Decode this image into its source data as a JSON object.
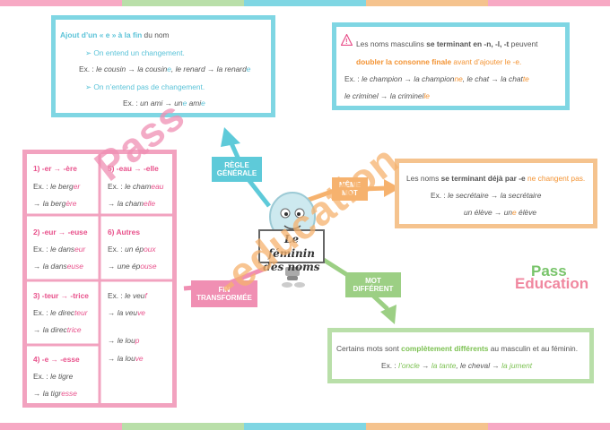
{
  "colors": {
    "blue": "#7fd6e3",
    "orange": "#f5c38e",
    "green": "#b9dfa9",
    "pink": "#f2a2bf",
    "stripe": [
      "#f7a9c4",
      "#b9dfa9",
      "#7fd6e3",
      "#f5c38e",
      "#f7a9c4"
    ]
  },
  "center": {
    "line1": "Le féminin",
    "line2": "des noms"
  },
  "labels": {
    "regle_generale": "RÈGLE GÉNÉRALE",
    "meme_mot": "MÊME MOT",
    "mot_different": "MOT DIFFÉRENT",
    "fin_transformee": "FIN TRANSFORMÉE"
  },
  "regle": {
    "title_colored": "Ajout d’un « e » à la fin",
    "title_rest": " du nom",
    "bullet1": "On entend un changement.",
    "ex1_prefix": "Ex. : ",
    "ex1_a": "le cousin",
    "ex1_b": "la cousin",
    "ex1_b_end": "e",
    "ex1_c": ", le renard",
    "ex1_d": "la renard",
    "ex1_d_end": "e",
    "bullet2": "On n’entend pas de changement.",
    "ex2_prefix": "Ex. : ",
    "ex2_a": "un ami",
    "ex2_b": "un",
    "ex2_b_end": "e",
    "ex2_c": " ami",
    "ex2_c_end": "e"
  },
  "masculins": {
    "line1_a": "Les noms masculins ",
    "line1_b": "se terminant en -n, -l, -t",
    "line1_c": " peuvent",
    "line2_a": "doubler la consonne finale",
    "line2_b": " avant d’ajouter le -e.",
    "ex1_prefix": "Ex. : ",
    "ex1_a": "le champion",
    "ex1_b": "la champion",
    "ex1_b_end": "ne",
    "ex1_c": ", le chat",
    "ex1_d": "la chat",
    "ex1_d_end": "te",
    "ex2_a": "le criminel",
    "ex2_b": "la criminel",
    "ex2_b_end": "le"
  },
  "meme": {
    "line1_a": "Les noms ",
    "line1_b": "se terminant déjà par -e",
    "line1_c": " ne changent pas.",
    "ex1_prefix": "Ex. : ",
    "ex1_a": "le secrétaire",
    "ex1_b": "la secrétaire",
    "ex2_a": "un élève",
    "ex2_b": "un",
    "ex2_b_end": "e",
    "ex2_c": " élève"
  },
  "different": {
    "line1_a": "Certains mots sont ",
    "line1_b": "complètement différents",
    "line1_c": " au masculin et au féminin.",
    "ex_prefix": "Ex. : ",
    "ex_a": "l’oncle",
    "ex_b": "la tante",
    "ex_c": ", le cheval",
    "ex_d": "la jument"
  },
  "fin": {
    "c1_title": "1) -er → -ère",
    "c1_ex_prefix": "Ex. : ",
    "c1_a": "le berg",
    "c1_a_end": "er",
    "c1_b": "la berg",
    "c1_b_end": "ère",
    "c2_title": "5) -eau → -elle",
    "c2_ex_prefix": "Ex. : ",
    "c2_a": "le cham",
    "c2_a_end": "eau",
    "c2_b": "la cham",
    "c2_b_end": "elle",
    "c3_title": "2) -eur → -euse",
    "c3_ex_prefix": "Ex. : ",
    "c3_a": "le dans",
    "c3_a_end": "eur",
    "c3_b": "la dans",
    "c3_b_end": "euse",
    "c4_title": "6) Autres",
    "c4_ex_prefix": "Ex. : ",
    "c4_a": "un ép",
    "c4_a_end": "oux",
    "c4_b": "une ép",
    "c4_b_end": "ouse",
    "c5_title": "3) -teur → -trice",
    "c5_ex_prefix": "Ex. : ",
    "c5_a": "le direc",
    "c5_a_end": "teur",
    "c5_b": "la direc",
    "c5_b_end": "trice",
    "c6_ex_prefix": "Ex. : ",
    "c6_a": "le veu",
    "c6_a_end": "f",
    "c6_b": "la veu",
    "c6_b_end": "ve",
    "c6_c": "le lou",
    "c6_c_end": "p",
    "c6_d": "la lou",
    "c6_d_end": "ve",
    "c7_title": "4) -e → -esse",
    "c7_ex_prefix": "Ex. : ",
    "c7_a": "le tigre",
    "c7_b": "la tigr",
    "c7_b_end": "esse"
  },
  "arrow_symbol": "→",
  "watermark": {
    "text1": "Pass",
    "text2": "-education"
  },
  "logo": {
    "line1": "Pass",
    "line2": "Education"
  }
}
